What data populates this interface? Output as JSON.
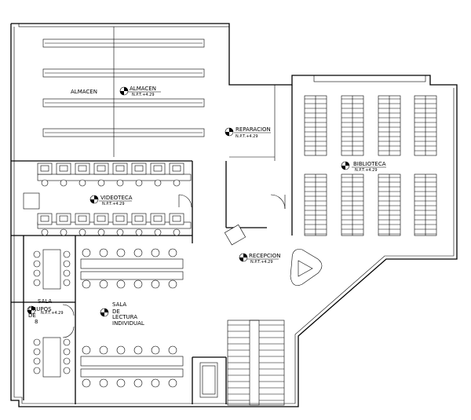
{
  "rooms": {
    "almacen": {
      "label": "ALMACEN",
      "name": "ALMACEN",
      "level": "N.P.T.+4.29"
    },
    "reparacion": {
      "name": "REPARACION",
      "level": "N.P.T.+4.29"
    },
    "biblioteca": {
      "name": "BIBLIOTECA",
      "level": "N.P.T.+4.29"
    },
    "videoteca": {
      "name": "VIDEOTECA",
      "level": "N.P.T.+4.29"
    },
    "recepcion": {
      "name": "RECEPCION",
      "level": "N.P.T.+4.29"
    },
    "sala_grupos": {
      "lines": [
        "SALA",
        "GRUPOS",
        "DE",
        "8"
      ],
      "level": "N.P.T.+4.29"
    },
    "sala_lectura": {
      "lines": [
        "SALA",
        "DE",
        "LECTURA",
        "INDIVIDUAL"
      ]
    }
  }
}
